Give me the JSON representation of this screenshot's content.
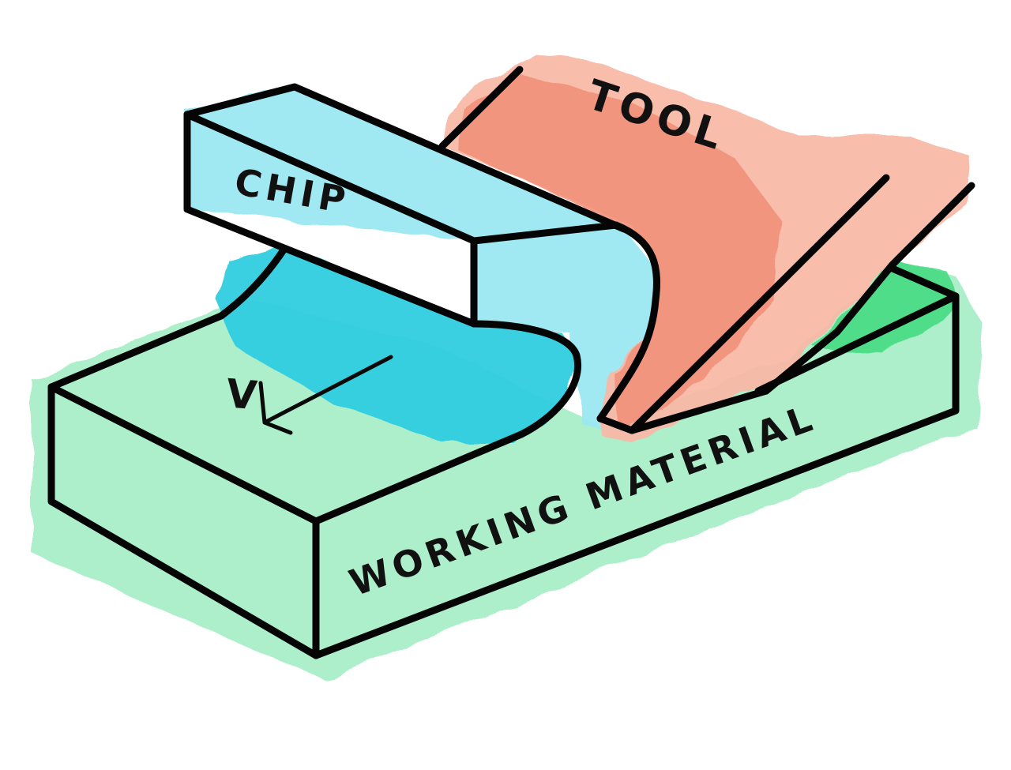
{
  "labels": {
    "tool": "TOOL",
    "chip": "CHIP",
    "velocity": "V",
    "material": "WORKING MATERIAL"
  },
  "colors": {
    "material": "#a8eec7",
    "material_dark": "#3dd97f",
    "chip_light": "#9ce8f1",
    "chip_dark": "#2ecde0",
    "tool_light": "#f8b9a6",
    "tool_dark": "#f2917a",
    "ink": "#050505"
  },
  "icons": {
    "velocity_arrow": "arrow-down-left-icon"
  }
}
